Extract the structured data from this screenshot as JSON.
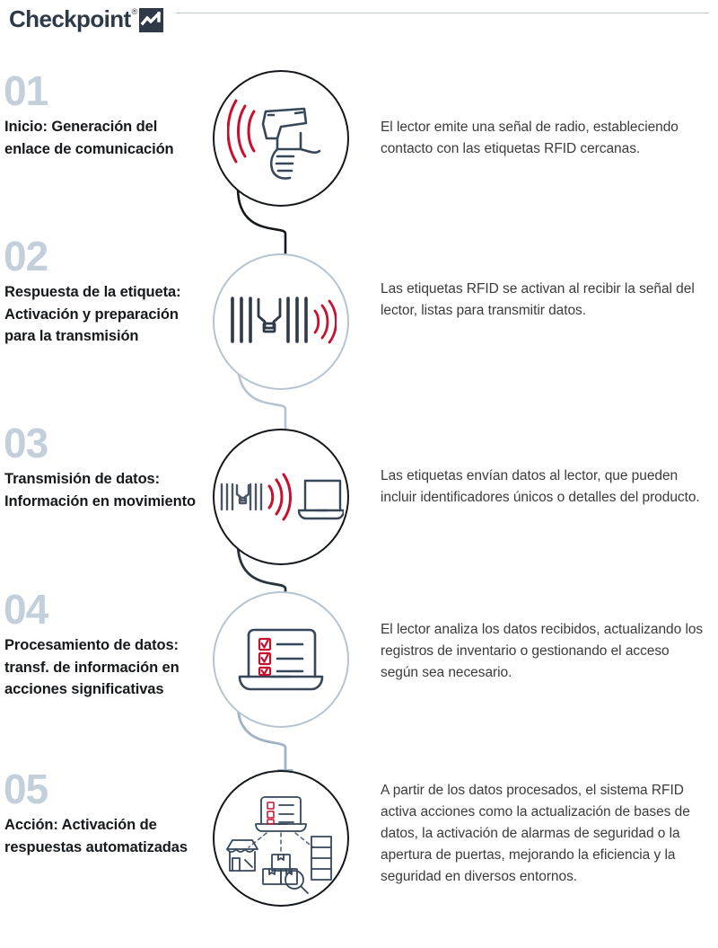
{
  "header": {
    "brand": "Checkpoint",
    "registered_mark": "®",
    "logo_mark_name": "checkpoint-zigzag-mark"
  },
  "colors": {
    "dark_navy": "#2e3a48",
    "outline_dark": "#14181d",
    "outline_light": "#b6c4d1",
    "number_gray": "#c3cfda",
    "accent_red": "#c8102e",
    "body_text": "#3b3b3b",
    "title_text": "#16191c",
    "rule": "#b9c6d3"
  },
  "steps": [
    {
      "number": "01",
      "title": "Inicio: Generación del enlace de comunicación",
      "description": "El lector emite una señal de radio, estableciendo contacto con las etiquetas RFID cercanas.",
      "icon": "rfid-handheld-scanner-icon",
      "circle_style": "dark",
      "connector_style": "dark"
    },
    {
      "number": "02",
      "title": "Respuesta de la etiqueta: Activación y preparación para la transmisión",
      "description": "Las etiquetas RFID se activan al recibir la señal del lector, listas para transmitir datos.",
      "icon": "rfid-tag-antenna-icon",
      "circle_style": "light",
      "connector_style": "light"
    },
    {
      "number": "03",
      "title": "Transmisión de datos: Información en movimiento",
      "description": "Las etiquetas envían datos al lector, que pueden incluir identificadores únicos o detalles del producto.",
      "icon": "rfid-tag-to-laptop-icon",
      "circle_style": "dark",
      "connector_style": "dark"
    },
    {
      "number": "04",
      "title": "Procesamiento de datos: transf. de información en acciones significativas",
      "description": "El lector analiza los datos recibidos, actualizando los registros de inventario o gestionando el acceso según sea necesario.",
      "icon": "laptop-checklist-icon",
      "circle_style": "light",
      "connector_style": "light"
    },
    {
      "number": "05",
      "title": "Acción: Activación de respuestas automatizadas",
      "description": "A partir de los datos procesados, el sistema RFID activa acciones como la actualización de bases de datos, la activación de alarmas de seguridad o la apertura de puertas, mejorando la eficiencia y la seguridad en diversos entornos.",
      "icon": "rfid-ecosystem-network-icon",
      "circle_style": "dark",
      "connector_style": "none"
    }
  ]
}
